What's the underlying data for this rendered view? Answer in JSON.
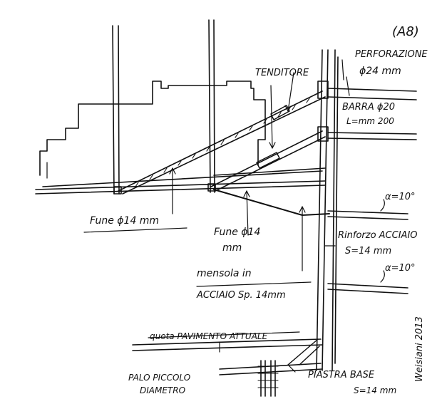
{
  "sheet_ref": "(A8)",
  "labels": {
    "perforazione": "PERFORAZIONE",
    "perforazione_dim": "ϕ24 mm",
    "tenditore": "TENDITORE",
    "barra": "BARRA ϕ20",
    "barra_len": "L=mm 200",
    "fune_top": "Fune ϕ14 mm",
    "fune_mid_1": "Fune ϕ14",
    "fune_mid_2": "mm",
    "mensola_1": "mensola in",
    "mensola_2": "ACCIAIO Sp. 14mm",
    "angle_1": "α=10°",
    "angle_2": "α=10°",
    "rinforzo_1": "Rinforzo ACCIAIO",
    "rinforzo_2": "S=14 mm",
    "quota": "quota PAVIMENTO ATTUALE",
    "palo_1": "PALO PICCOLO",
    "palo_2": "DIAMETRO",
    "piastra_1": "PIASTRA BASE",
    "piastra_2": "S=14 mm",
    "signature": "Weisiani 2013"
  },
  "colors": {
    "ink": "#111111",
    "paper": "#ffffff"
  }
}
